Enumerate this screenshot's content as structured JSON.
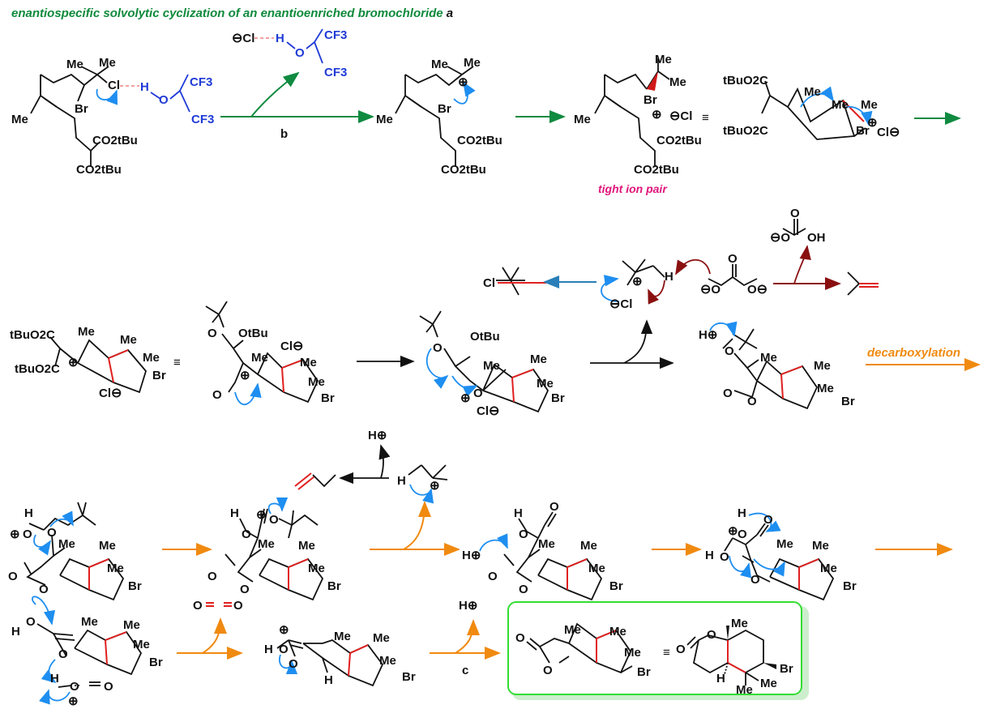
{
  "title": "enantiospecific solvolytic cyclization of an enantioenriched bromochloride",
  "title_suffix": "a",
  "labels": {
    "b": "b",
    "c": "c",
    "tight_ion_pair": "tight ion pair",
    "decarboxylation": "decarboxylation",
    "equiv": "≡"
  },
  "atoms": {
    "Me": "Me",
    "Br": "Br",
    "Cl": "Cl",
    "H": "H",
    "O": "O",
    "OH": "OH",
    "CF3": "CF3",
    "CO2tBu": "CO2tBu",
    "tBuO2C": "tBuO2C",
    "OtBu": "OtBu",
    "plus": "⊕",
    "minus": "⊖"
  },
  "colors": {
    "title_green": "#0f8a3c",
    "reagent_blue": "#1f3bd6",
    "arrow_blue": "#1e8ef0",
    "bond_red": "#e02020",
    "arrow_green": "#108a40",
    "arrow_orange": "#f08a10",
    "arrow_darkred": "#8a1010",
    "box_green": "#33dd33"
  }
}
